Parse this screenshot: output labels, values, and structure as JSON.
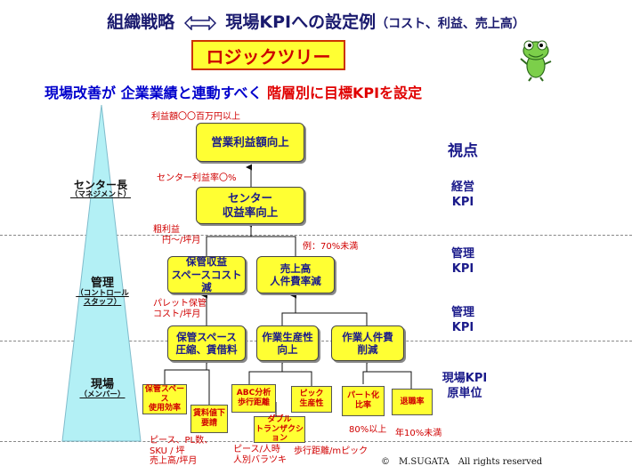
{
  "title": {
    "left": "組織戦略",
    "right": "現場KPIへの設定例",
    "paren": "（コスト、利益、売上高）"
  },
  "logic_tree": "ロジックツリー",
  "subtitle": {
    "blue": "現場改善が 企業業績と連動すべく ",
    "red": "階層別に目標KPIを設定"
  },
  "viewpoint": "視点",
  "right_labels": [
    "経営\nKPI",
    "管理\nKPI",
    "管理\nKPI",
    "現場KPI\n原単位"
  ],
  "left_levels": [
    {
      "name": "センター長",
      "sub": "（マネジメント）"
    },
    {
      "name": "管理",
      "sub": "（コントロール\nスタッフ）"
    },
    {
      "name": "現場",
      "sub": "（メンバー）"
    }
  ],
  "boxes": {
    "top": "営業利益額向上",
    "center": "センター\n収益率向上",
    "storage": "保管収益\nスペースコスト減",
    "sales": "売上高\n人件費率減",
    "space": "保管スペース\n圧縮、賃借料",
    "productivity": "作業生産性\n向上",
    "labor": "作業人件費\n削減"
  },
  "small_boxes": {
    "space_eff": "保管スペース\n使用効率",
    "rent": "賃料値下\n要請",
    "abc": "ABC分析\n歩行距離",
    "picking": "ピック\n生産性",
    "double": "ダブル\nトランザクション",
    "parttime": "パート化\n比率",
    "turnover": "退職率"
  },
  "notes": {
    "profit": "利益額〇〇百万円以上",
    "center_rate": "センター利益率〇%",
    "gross": "粗利益\n　円〜/坪月",
    "example": "例：70%未満",
    "pallet": "パレット保管\nコスト/坪月",
    "piece": "ピース、PL数、\nSKU / 坪\n売上高/坪月",
    "piece_hour": "ピース/人時\n人別バラツキ",
    "walk": "歩行距離/mピック",
    "over80": "80%以上",
    "under10": "年10%未満"
  },
  "copyright": "M.SUGATA　All rights reserved",
  "copyright_symbol": "©",
  "colors": {
    "navy": "#1a1a8a",
    "red": "#d00000",
    "yellow": "#ffff33",
    "pyramid": "#b3f0f5"
  }
}
